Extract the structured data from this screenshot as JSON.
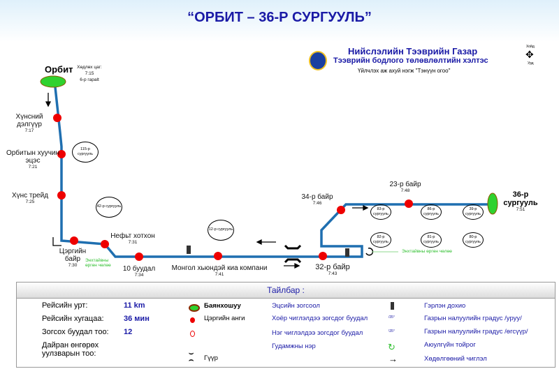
{
  "title": "“ОРБИТ – 36-Р СУРГУУЛЬ”",
  "agency": {
    "name": "Нийслэлийн Тээврийн Газар",
    "dept": "Тээврийн бодлого төлөвлөлтийн хэлтэс",
    "operator": "Үйлчлэх аж ахуй нэгж \"Тэнүүн огоо\""
  },
  "compass": {
    "north": "Хойд",
    "south": "Урд"
  },
  "start": {
    "name": "Орбит",
    "info1": "Хөдлөх цаг:",
    "info2": "7:15",
    "info3": "6-р гарalt"
  },
  "stops": [
    {
      "name": "Хүнсний дэлгүүр",
      "time": "7:17"
    },
    {
      "name": "Орбитын хуучин эцэс",
      "time": "7:21"
    },
    {
      "name": "Хүнс трейд",
      "time": "7:25"
    },
    {
      "name": "Цэргийн байр",
      "time": "7:30"
    },
    {
      "name": "Нефьт хотхон",
      "time": "7:31"
    },
    {
      "name": "10 буудал",
      "time": "7:34"
    },
    {
      "name": "Монгол хьюндэй киа компани",
      "time": "7:41"
    },
    {
      "name": "32-р байр",
      "time": "7:43"
    },
    {
      "name": "34-р байр",
      "time": "7:46"
    },
    {
      "name": "23-р байр",
      "time": "7:48"
    }
  ],
  "end": {
    "name1": "36-р",
    "name2": "сургууль",
    "time": "7:51"
  },
  "schools": [
    "115-р сургууль",
    "42-р сургууль",
    "12-р сургууль",
    "83-р сургууль",
    "86-р сургууль",
    "39-р сургууль",
    "82-р сургууль",
    "81-р сургууль",
    "80-р сургууль"
  ],
  "streets": [
    "Энхтайвны өргөн чөлөө",
    "Энхтайвны өргөн чөлөө"
  ],
  "legend": {
    "title": "Тайлбар :",
    "rows": [
      {
        "label": "Рейсийн урт:",
        "value": "11 km"
      },
      {
        "label": "Рейсийн хугацаа:",
        "value": "36 мин"
      },
      {
        "label": "Зогсох буудал тоо:",
        "value": "12"
      },
      {
        "label": "Дайран өнгөрөх уулзварын тоо:",
        "value": ""
      }
    ],
    "symbols": [
      "Баянхошуу",
      "Цэргийн анги",
      "Гүүр"
    ],
    "items": [
      "Эцсийн зогсоол",
      "Хоёр чиглэлдээ зогсдог буудал",
      "Нэг чиглэлдээ зогсдог буудал",
      "Гудамжны нэр"
    ],
    "items2": [
      "Гэрлэн дохио",
      "Газрын налуулийн градус /уруу/",
      "Газрын налуулийн градус /өгсүүр/",
      "Аюулгүйн тойрог",
      "Хөдөлгөөний чиглэл"
    ],
    "grade_down": "/35°",
    "grade_up": "\\35°"
  },
  "colors": {
    "route": "#1f6fb0",
    "stop": "#e00",
    "terminal": "#2fd22f",
    "title": "#1a1aa6"
  }
}
